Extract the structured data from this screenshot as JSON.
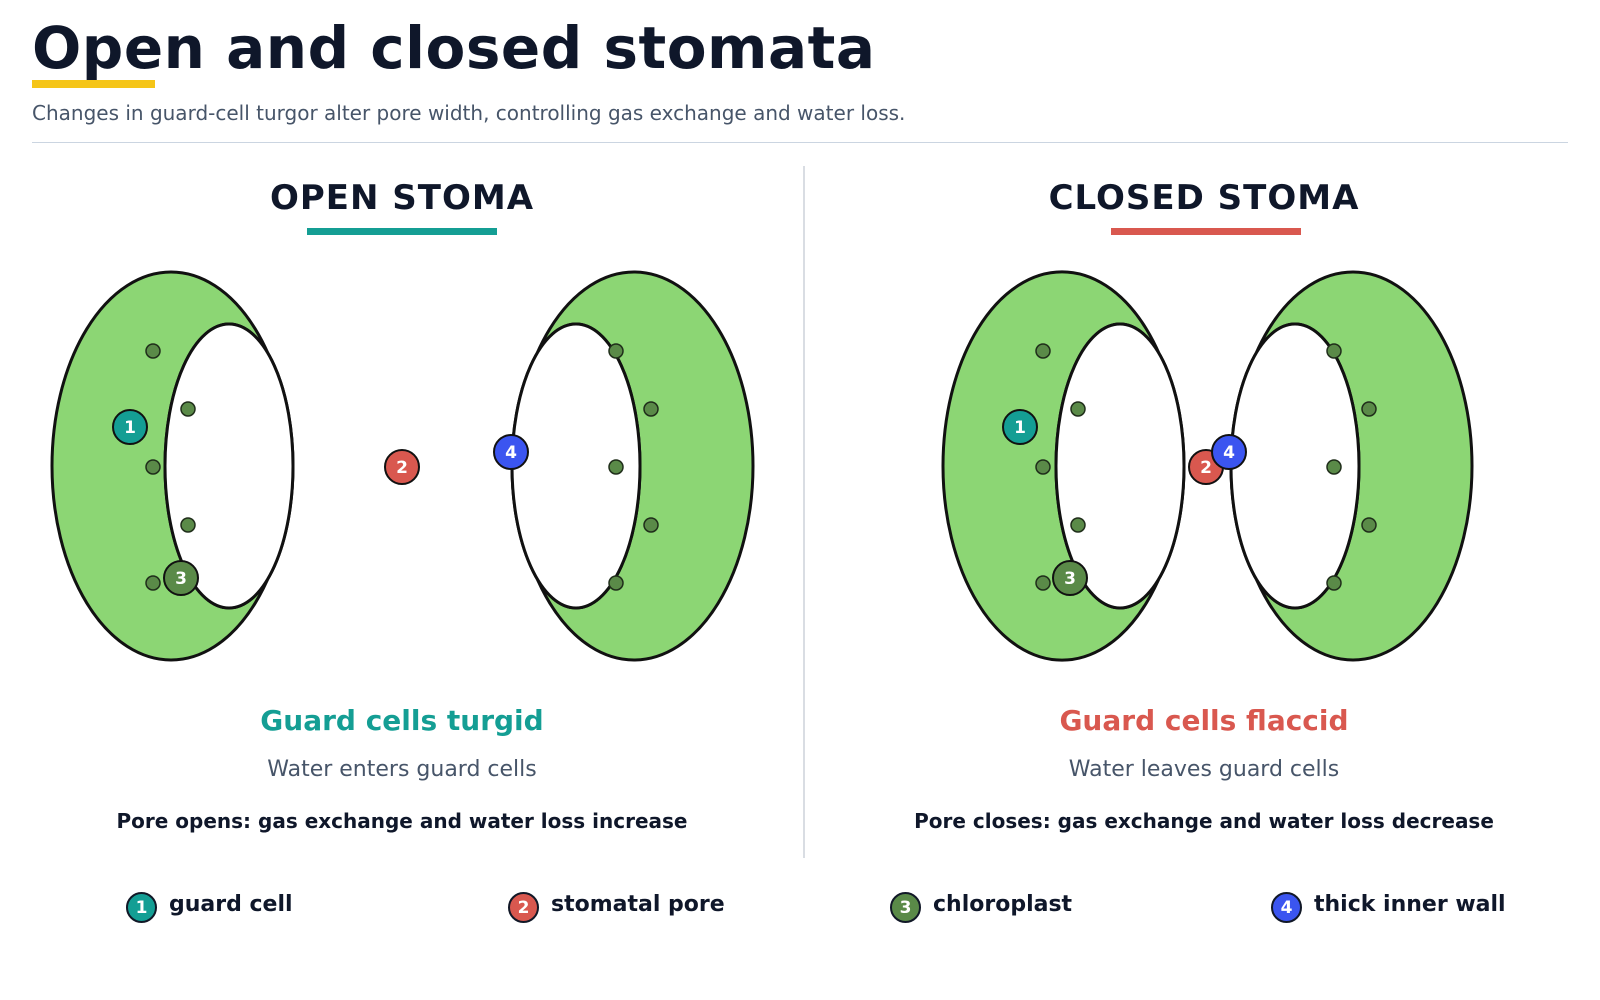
{
  "header": {
    "title": "Open and closed stomata",
    "subtitle": "Changes in guard-cell turgor alter pore width, controlling gas exchange and water loss."
  },
  "open_panel": {
    "heading": "OPEN STOMA",
    "state_title": "Guard cells turgid",
    "state_sub": "Water enters guard cells",
    "note": "Pore opens: gas exchange and water loss increase"
  },
  "closed_panel": {
    "heading": "CLOSED STOMA",
    "state_title": "Guard cells flaccid",
    "state_sub": "Water leaves guard cells",
    "note": "Pore closes: gas exchange and water loss decrease"
  },
  "callouts": {
    "guard_cell": "1",
    "stomatal_pore": "2",
    "chloroplast": "3",
    "thick_inner_wall": "4"
  },
  "legend": [
    {
      "number": "1",
      "label": "guard cell"
    },
    {
      "number": "2",
      "label": "stomatal pore"
    },
    {
      "number": "3",
      "label": "chloroplast"
    },
    {
      "number": "4",
      "label": "thick inner wall"
    }
  ],
  "colors": {
    "title_accent": "#f5c518",
    "open_accent": "#149e94",
    "closed_accent": "#d9584f",
    "guard_cell_fill": "#8cd674",
    "chloroplast": "#5a8a48",
    "badge_guard_cell": "#149e94",
    "badge_pore": "#d9584f",
    "badge_chloroplast": "#5a8a48",
    "badge_wall": "#3b55f0"
  }
}
